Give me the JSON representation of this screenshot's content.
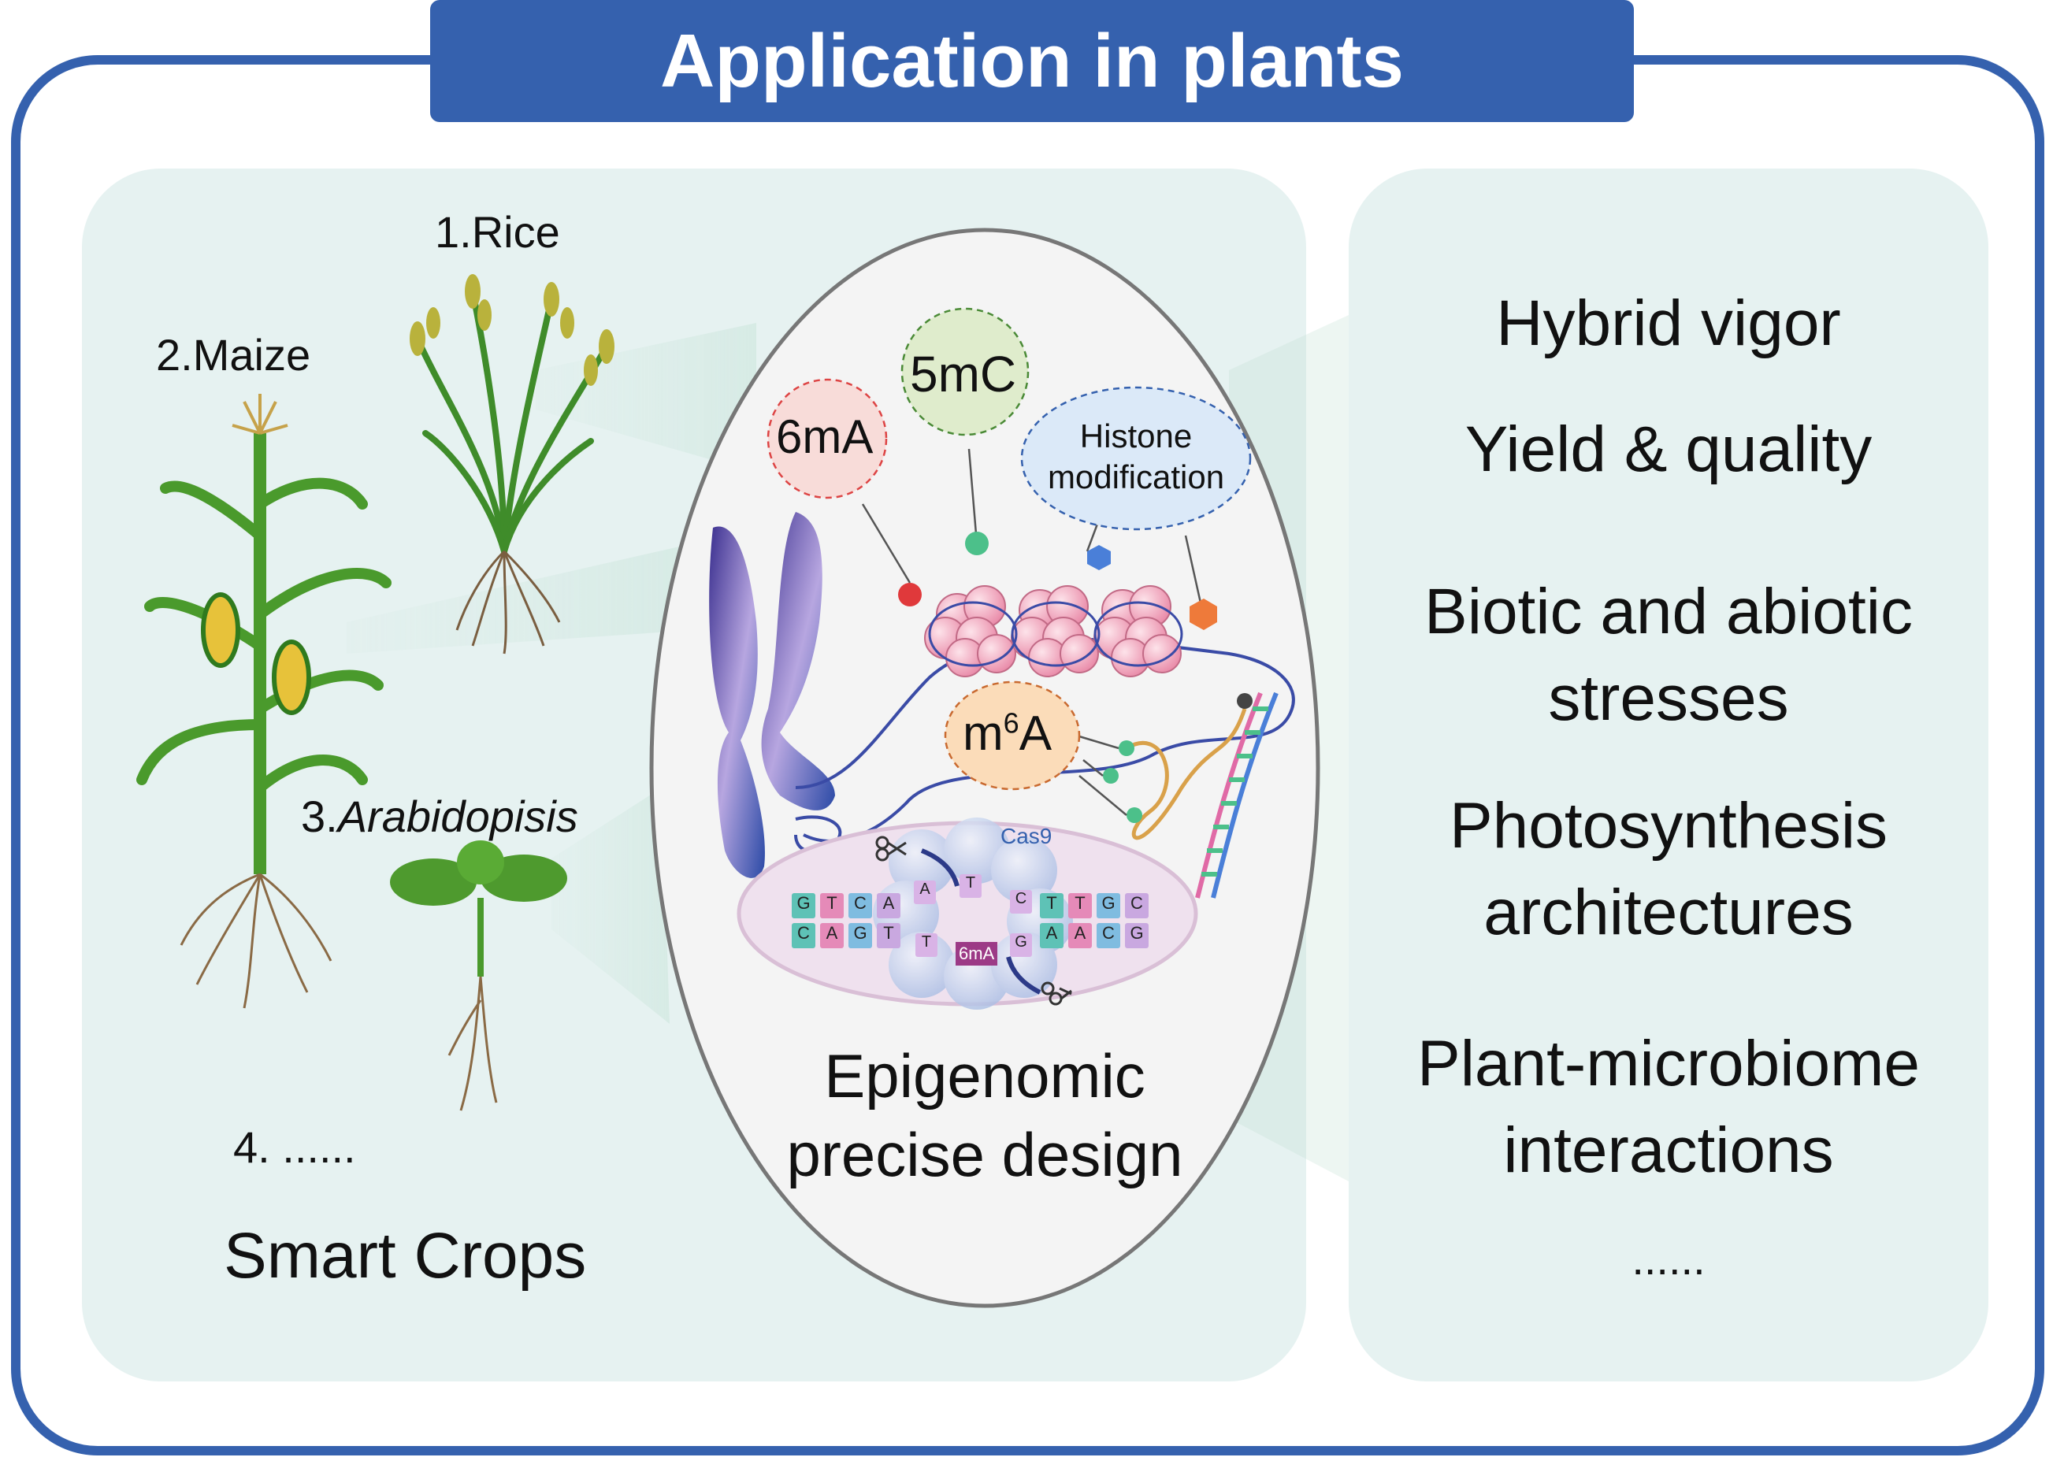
{
  "title": "Application in plants",
  "crops": {
    "rice": "1.Rice",
    "maize": "2.Maize",
    "arabidopsis_num": "3.",
    "arabidopsis_name": "Arabidopisis",
    "more": "4. ......",
    "heading": "Smart Crops"
  },
  "marks": {
    "m6mA": "6mA",
    "m5mC": "5mC",
    "histone_line1": "Histone",
    "histone_line2": "modification",
    "m6A_base": "m",
    "m6A_sup": "6",
    "m6A_end": "A",
    "cas9": "Cas9",
    "dna_top": [
      "G",
      "T",
      "C",
      "A"
    ],
    "dna_bottom": [
      "C",
      "A",
      "G",
      "T"
    ],
    "dna_top_right": [
      "T",
      "T",
      "G",
      "C"
    ],
    "dna_bottom_right": [
      "A",
      "A",
      "C",
      "G"
    ],
    "ring_bases": [
      "A",
      "T",
      "C",
      "T",
      "G"
    ],
    "ring_6mA": "6mA"
  },
  "center_caption": [
    "Epigenomic",
    "precise design"
  ],
  "outcomes": [
    [
      "Hybrid vigor"
    ],
    [
      "Yield & quality"
    ],
    [
      "Biotic and abiotic",
      "stresses"
    ],
    [
      "Photosynthesis",
      "architectures"
    ],
    [
      "Plant-microbiome",
      "interactions"
    ],
    [
      "......"
    ]
  ],
  "colors": {
    "frame": "#3561ae",
    "panel": "#e6f2f1",
    "mark_6mA": "#f8dcd9",
    "mark_5mC": "#dfeccc",
    "mark_histone": "#dbe9f8",
    "mark_m6A": "#fbdcb9",
    "nucleosome": "#f1a7bd",
    "chromosome": "#4a3d99"
  }
}
